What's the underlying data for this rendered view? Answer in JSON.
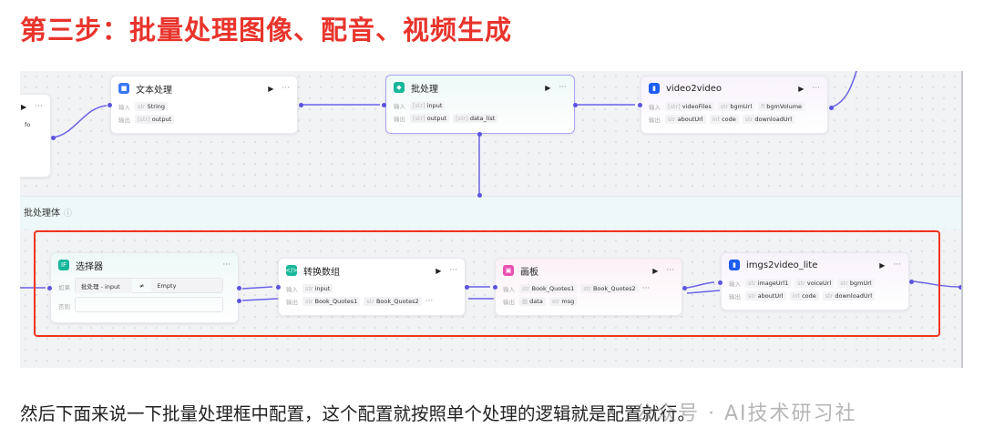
{
  "title": "第三步：批量处理图像、配音、视频生成",
  "labels": {
    "input": "输入",
    "output": "输出",
    "if": "如果",
    "else": "否则"
  },
  "top_nodes": {
    "partial": {
      "fragment": "fo"
    },
    "text": {
      "title": "文本处理",
      "inputs": [
        "String"
      ],
      "outputs": [
        "output"
      ]
    },
    "batch": {
      "title": "批处理",
      "inputs": [
        "input"
      ],
      "outputs": [
        "output",
        "data_list"
      ]
    },
    "video": {
      "title": "video2video",
      "inputs": [
        "videoFiles",
        "bgmUrl",
        "bgmVolume"
      ],
      "outputs": [
        "aboutUrl",
        "code",
        "downloadUrl"
      ]
    }
  },
  "batch_body": {
    "label": "批处理体"
  },
  "inner_nodes": {
    "selector": {
      "title": "选择器",
      "cond_left": "批处理 - input",
      "op": "≠",
      "cond_right": "Empty"
    },
    "convert": {
      "title": "转换数组",
      "inputs": [
        "input"
      ],
      "outputs": [
        "Book_Quotes1",
        "Book_Quotes2"
      ]
    },
    "board": {
      "title": "画板",
      "inputs": [
        "Book_Quotes1",
        "Book_Quotes2"
      ],
      "outputs": [
        "data",
        "msg"
      ]
    },
    "imgs": {
      "title": "imgs2video_lite",
      "inputs": [
        "imageUrl1",
        "voiceUrl",
        "bgmUrl"
      ],
      "outputs": [
        "aboutUrl",
        "code",
        "downloadUrl"
      ]
    }
  },
  "footer": "然后下面来说一下批量处理框中配置，这个配置就按照单个处理的逻辑就是配置就行。",
  "watermark": "公众号 · AI技术研习社",
  "colors": {
    "title": "#e8342c",
    "edge": "#5b54e0",
    "highlight": "#f0341f"
  }
}
